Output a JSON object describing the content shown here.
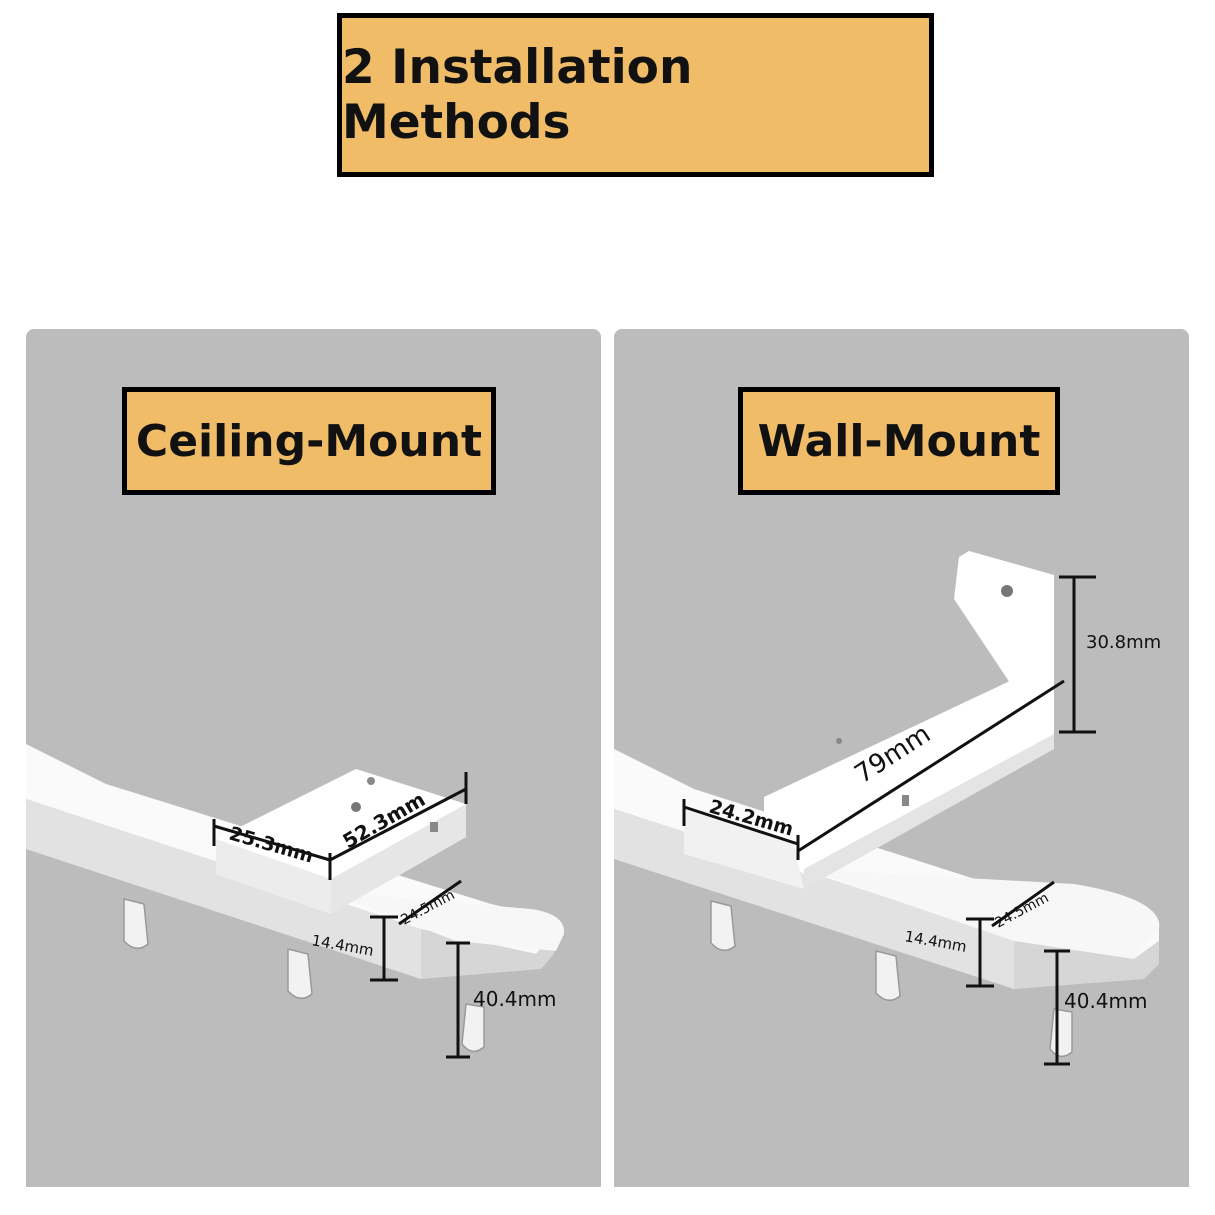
{
  "title": "2 Installation Methods",
  "colors": {
    "label_bg": "#f0bc68",
    "panel_bg": "#bcbcbc",
    "rail": "#f4f4f4"
  },
  "ceiling": {
    "label": "Ceiling-Mount",
    "dims": {
      "width_bracket": "25.3mm",
      "length_bracket": "52.3mm",
      "rail_top": "24.5mm",
      "rail_side": "14.4mm",
      "total_height": "40.4mm"
    }
  },
  "wall": {
    "label": "Wall-Mount",
    "dims": {
      "arm_length": "79mm",
      "plate_height": "30.8mm",
      "bracket_width": "24.2mm",
      "rail_top": "24.5mm",
      "rail_side": "14.4mm",
      "total_height": "40.4mm"
    }
  }
}
